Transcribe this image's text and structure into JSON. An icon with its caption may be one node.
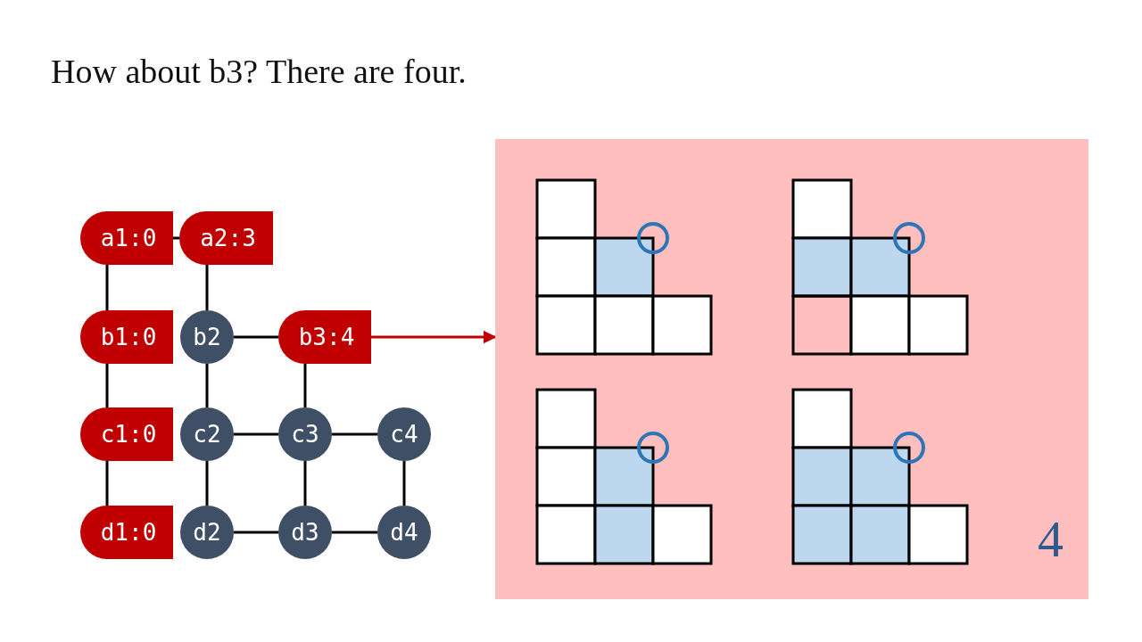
{
  "diagram": {
    "title": "How about b3? There are four.",
    "nodes": [
      {
        "text": [
          "a1:0"
        ]
      },
      {
        "text": [
          "a2:3"
        ]
      },
      {
        "text": [
          "b1:0"
        ]
      },
      {
        "text": [
          "b2"
        ]
      },
      {
        "text": [
          "b3:4"
        ]
      },
      {
        "text": [
          "c1:0"
        ]
      },
      {
        "text": [
          "c2"
        ]
      },
      {
        "text": [
          "c3"
        ]
      },
      {
        "text": [
          "c4"
        ]
      },
      {
        "text": [
          "d1:0"
        ]
      },
      {
        "text": [
          "d2"
        ]
      },
      {
        "text": [
          "d3"
        ]
      },
      {
        "text": [
          "d4"
        ]
      },
      {
        "text": [
          "4"
        ]
      }
    ],
    "edges": [
      {
        "from": 0,
        "to": 1,
        "arrow": "none"
      },
      {
        "from": 0,
        "to": 2,
        "arrow": "none"
      },
      {
        "from": 1,
        "to": 3,
        "arrow": "none"
      },
      {
        "from": 3,
        "to": 4,
        "arrow": "none"
      },
      {
        "from": 2,
        "to": 5,
        "arrow": "none"
      },
      {
        "from": 3,
        "to": 6,
        "arrow": "none"
      },
      {
        "from": 4,
        "to": 7,
        "arrow": "none"
      },
      {
        "from": 6,
        "to": 7,
        "arrow": "none"
      },
      {
        "from": 7,
        "to": 8,
        "arrow": "none"
      },
      {
        "from": 5,
        "to": 9,
        "arrow": "none"
      },
      {
        "from": 6,
        "to": 10,
        "arrow": "none"
      },
      {
        "from": 7,
        "to": 11,
        "arrow": "none"
      },
      {
        "from": 8,
        "to": 12,
        "arrow": "none"
      },
      {
        "from": 10,
        "to": 11,
        "arrow": "none"
      },
      {
        "from": 11,
        "to": 12,
        "arrow": "none"
      },
      {
        "from": 4,
        "to": 13,
        "arrow": "to",
        "color": "#c00000"
      }
    ]
  }
}
